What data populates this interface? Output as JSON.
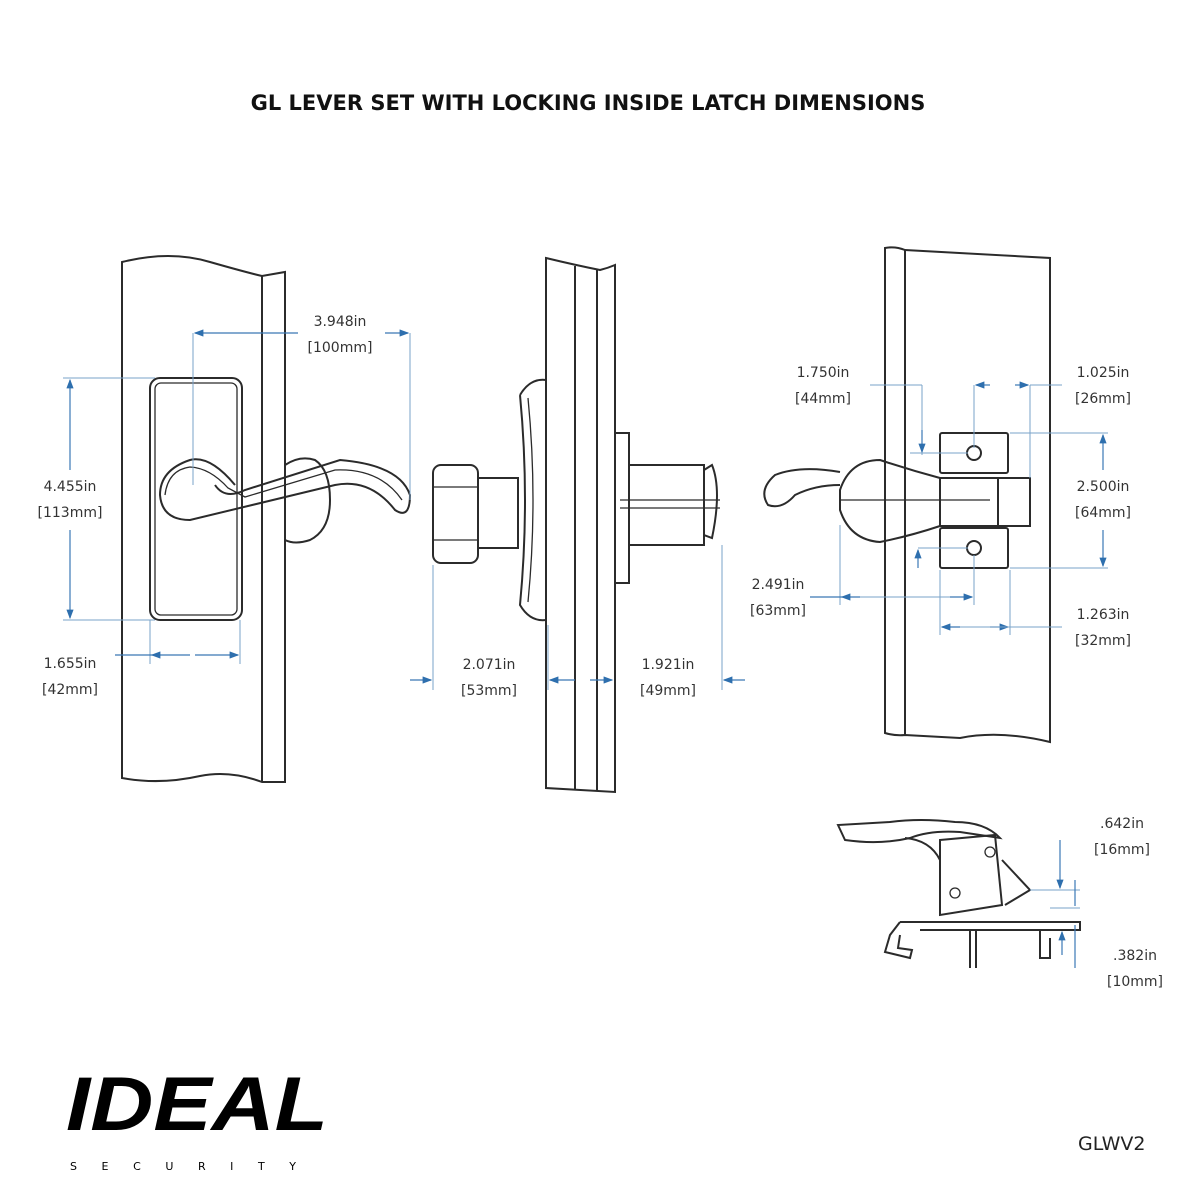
{
  "title": "GL LEVER SET WITH LOCKING INSIDE LATCH DIMENSIONS",
  "dimensions": {
    "lever_projection": {
      "in": "3.948in",
      "mm": "[100mm]"
    },
    "escutcheon_height": {
      "in": "4.455in",
      "mm": "[113mm]"
    },
    "escutcheon_width": {
      "in": "1.655in",
      "mm": "[42mm]"
    },
    "knob_depth": {
      "in": "2.071in",
      "mm": "[53mm]"
    },
    "latch_depth": {
      "in": "1.921in",
      "mm": "[49mm]"
    },
    "latch_offset": {
      "in": "1.750in",
      "mm": "[44mm]"
    },
    "latch_width": {
      "in": "1.025in",
      "mm": "[26mm]"
    },
    "hole_spacing": {
      "in": "2.500in",
      "mm": "[64mm]"
    },
    "inside_lever_reach": {
      "in": "2.491in",
      "mm": "[63mm]"
    },
    "latch_body_width": {
      "in": "1.263in",
      "mm": "[32mm]"
    },
    "side_height_top": {
      "in": ".642in",
      "mm": "[16mm]"
    },
    "side_height_bottom": {
      "in": ".382in",
      "mm": "[10mm]"
    }
  },
  "brand": {
    "name": "IDEAL",
    "tagline": "SECURITY"
  },
  "model": "GLWV2",
  "colors": {
    "dimension": "#3a78b5",
    "outline": "#2b2b2b"
  }
}
